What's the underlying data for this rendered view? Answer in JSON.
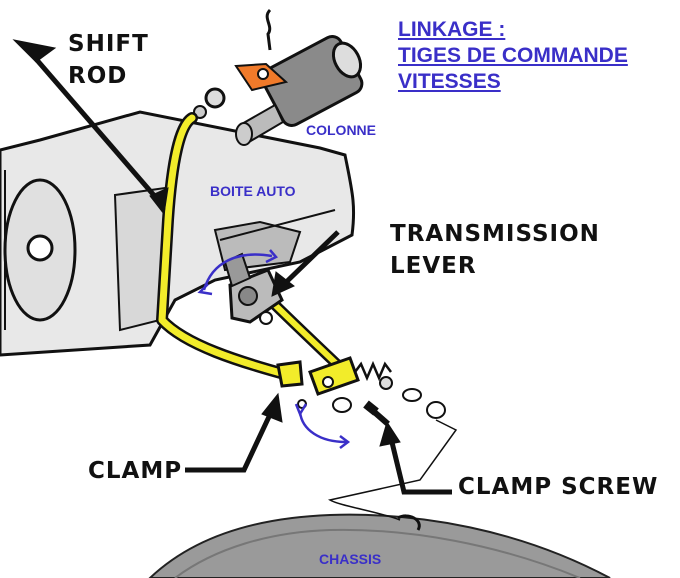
{
  "title": [
    "LINKAGE :",
    "TIGES DE COMMANDE",
    "VITESSES"
  ],
  "labels": {
    "shift_rod": [
      "SHIFT",
      "ROD"
    ],
    "transmission_lever": [
      "TRANSMISSION",
      "LEVER"
    ],
    "clamp": "CLAMP",
    "clamp_screw": "CLAMP SCREW",
    "colonne": "COLONNE",
    "boite_auto": "BOITE AUTO",
    "chassis": "CHASSIS"
  },
  "colors": {
    "rod": "#f2ec2a",
    "annotation": "#3a2fc8",
    "accent": "#f07a2a",
    "border": "#2433a8"
  }
}
